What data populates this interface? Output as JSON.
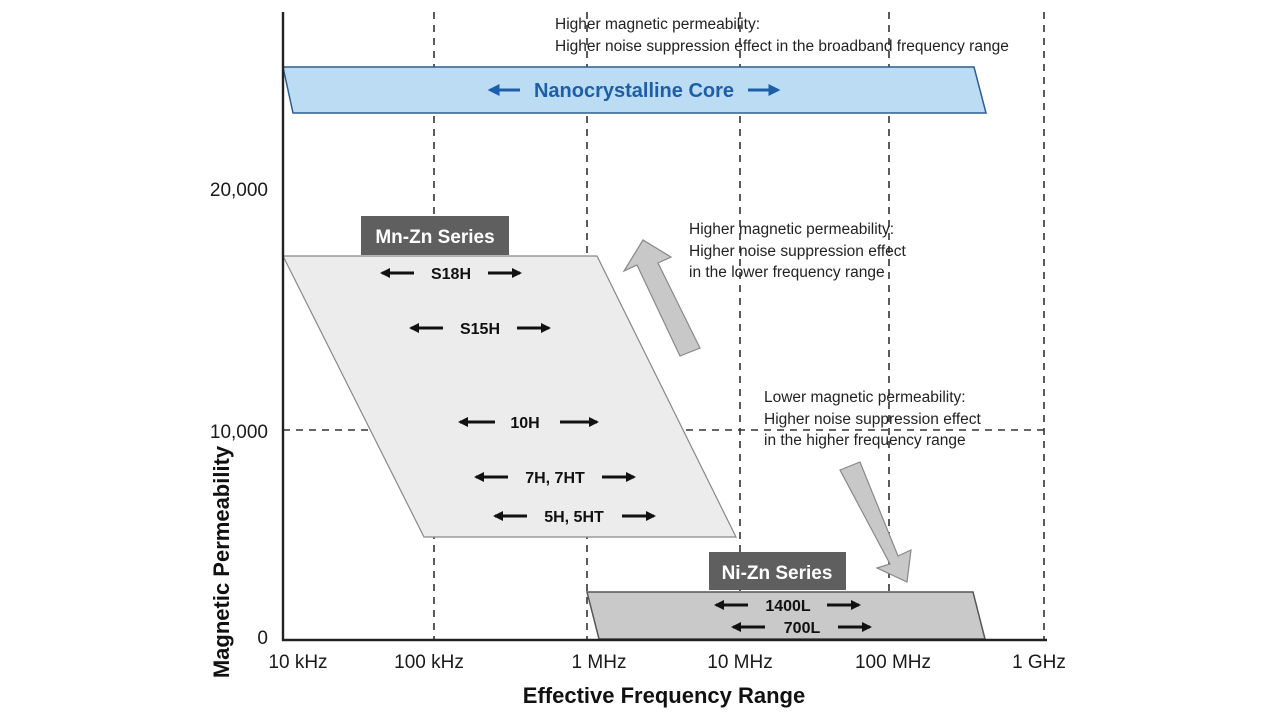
{
  "axes": {
    "x_title": "Effective Frequency Range",
    "y_title": "Magnetic Permeability",
    "x_ticks": [
      "10 kHz",
      "100 kHz",
      "1 MHz",
      "10 MHz",
      "100 MHz",
      "1 GHz"
    ],
    "y_ticks": [
      "20,000",
      "10,000",
      "0"
    ]
  },
  "notes": {
    "broadband": [
      "Higher magnetic permeability:",
      "Higher noise suppression effect in the broadband frequency range"
    ],
    "lower": [
      "Higher magnetic permeability:",
      "Higher noise suppression effect",
      "in the lower frequency range"
    ],
    "higher": [
      "Lower magnetic permeability:",
      "Higher noise suppression effect",
      "in the higher frequency range"
    ]
  },
  "bands": {
    "nanocrystalline": {
      "label": "Nanocrystalline Core",
      "color": "#bcdcf3",
      "text_color": "#1c5fa8"
    },
    "mnzn": {
      "title": "Mn-Zn Series",
      "color": "#ececec",
      "materials": [
        "S18H",
        "S15H",
        "10H",
        "7H, 7HT",
        "5H, 5HT"
      ]
    },
    "nizn": {
      "title": "Ni-Zn Series",
      "color": "#c9c9c9",
      "materials": [
        "1400L",
        "700L"
      ]
    }
  },
  "colors": {
    "tag_bg": "#5f5f5f",
    "arrow_fill": "#c8c8c8",
    "grid": "#333333"
  }
}
